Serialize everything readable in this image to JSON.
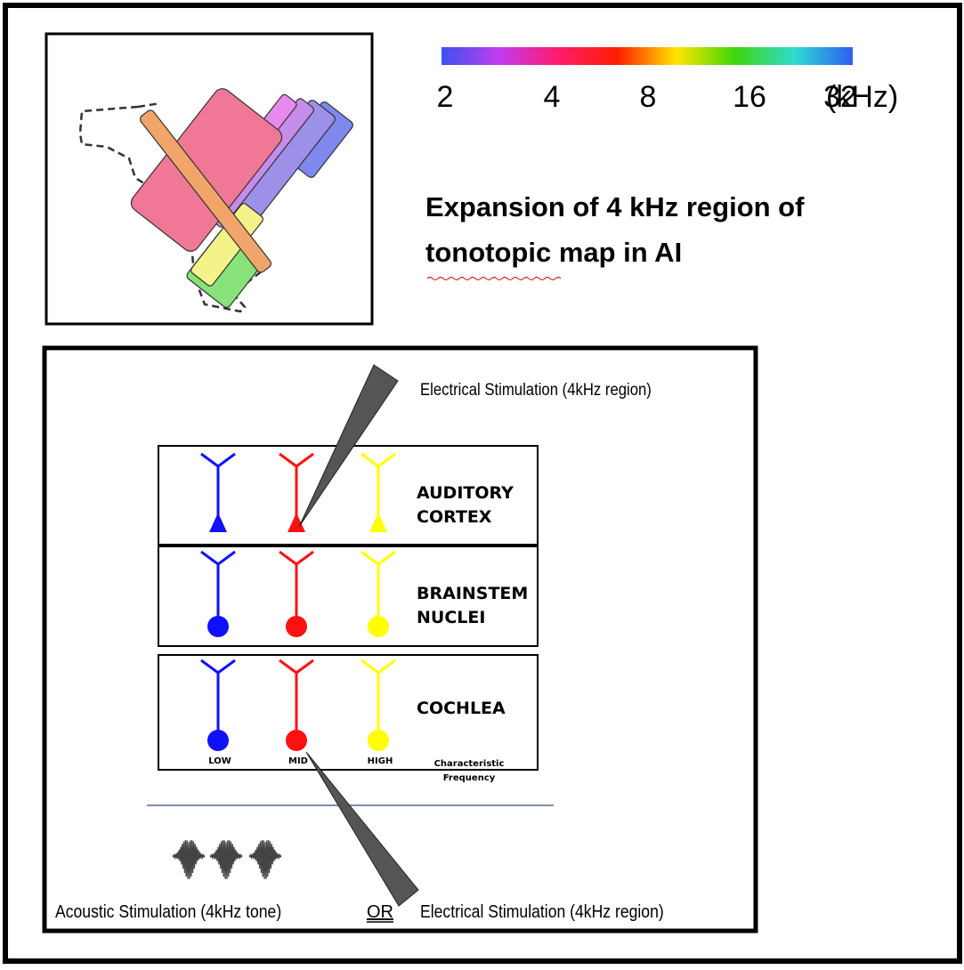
{
  "colorbar": {
    "ticks": [
      "2",
      "4",
      "8",
      "16",
      "32"
    ],
    "unit": "(kHz)",
    "gradient": [
      "#3a52f0",
      "#c43cf0",
      "#ff1a6a",
      "#ff1e00",
      "#ffe600",
      "#3ed60a",
      "#2fdcd0",
      "#2e5df2"
    ]
  },
  "map_title": {
    "line1": "Expansion of 4 kHz region of",
    "line2_underlined": "tonotopic",
    "line2_rest": "map in AI"
  },
  "diagram": {
    "top_stimulation": "Electrical Stimulation (4kHz region)",
    "layers": [
      {
        "line1": "AUDITORY",
        "line2": "CORTEX",
        "soma": "triangle"
      },
      {
        "line1": "BRAINSTEM",
        "line2": "NUCLEI",
        "soma": "circle"
      },
      {
        "line1": "COCHLEA",
        "line2": "",
        "soma": "circle"
      }
    ],
    "channel_colors": [
      "#1010ff",
      "#ff1010",
      "#ffff00"
    ],
    "channel_labels": [
      "LOW",
      "MID",
      "HIGH"
    ],
    "cf_label_line1": "Characteristic",
    "cf_label_line2": "Frequency",
    "bottom_left_stimulation": "Acoustic Stimulation (4kHz tone)",
    "or_label": "OR",
    "bottom_right_stimulation": "Electrical Stimulation (4kHz region)",
    "electrode_color": "#555555"
  }
}
